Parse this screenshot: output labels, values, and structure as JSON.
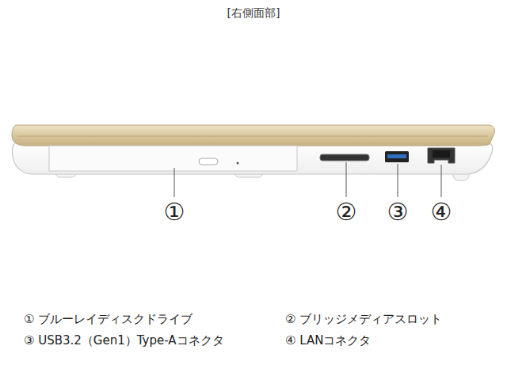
{
  "diagram": {
    "title": "[右側面部]",
    "labels": [
      "①",
      "②",
      "③",
      "④",
      "① ブルーレイディスクドライブ",
      "② ブリッジメディアスロット",
      "③ USB3.2（Gen1）Type-Aコネクタ",
      "④ LANコネクタ"
    ]
  }
}
